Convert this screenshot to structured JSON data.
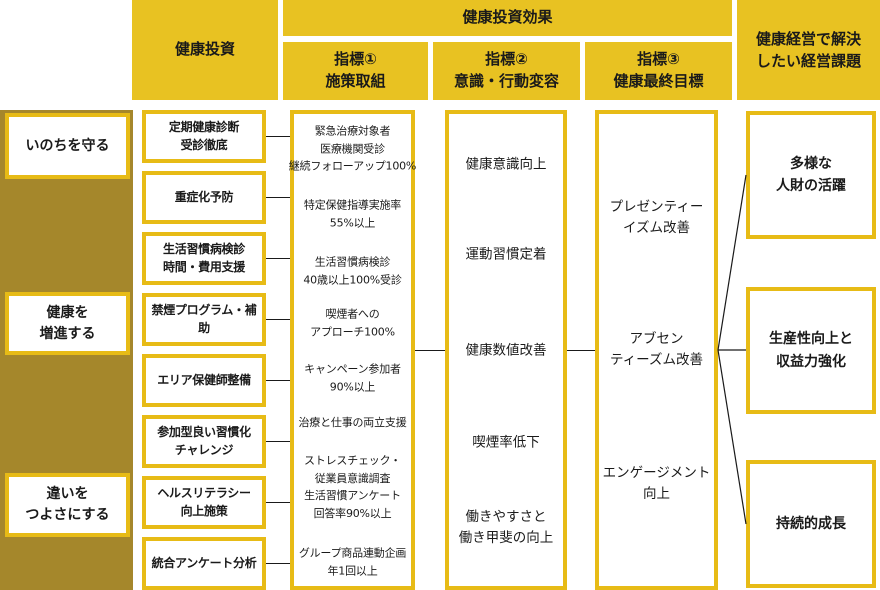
{
  "colors": {
    "gold": "#E8C222",
    "bordergold": "#E7BB16",
    "olive": "#A5872B",
    "line": "#1a1a1a",
    "text": "#1a1a1a",
    "bg": "#ffffff"
  },
  "header": {
    "investment": "健康投資",
    "effect": "健康投資効果",
    "indicator1": "指標①\n施策取組",
    "indicator2": "指標②\n意識・行動変容",
    "indicator3": "指標③\n健康最終目標",
    "issues": "健康経営で解決\nしたい経営課題"
  },
  "themes": [
    {
      "label": "いのちを守る"
    },
    {
      "label": "健康を\n増進する"
    },
    {
      "label": "違いを\nつよさにする"
    }
  ],
  "investments": [
    "定期健康診断\n受診徹底",
    "重症化予防",
    "生活習慣病検診\n時間・費用支援",
    "禁煙プログラム・補助",
    "エリア保健師整備",
    "参加型良い習慣化\nチャレンジ",
    "ヘルスリテラシー\n向上施策",
    "統合アンケート分析"
  ],
  "indicator1_items": [
    "緊急治療対象者\n医療機関受診\n継続フォローアップ100%",
    "特定保健指導実施率\n55%以上",
    "生活習慣病検診\n40歳以上100%受診",
    "喫煙者への\nアプローチ100%",
    "キャンペーン参加者\n90%以上",
    "治療と仕事の両立支援",
    "ストレスチェック・\n従業員意識調査\n生活習慣アンケート\n回答率90%以上",
    "グループ商品連動企画\n年1回以上"
  ],
  "indicator2_items": [
    "健康意識向上",
    "運動習慣定着",
    "健康数値改善",
    "喫煙率低下",
    "働きやすさと\n働き甲斐の向上"
  ],
  "indicator3_items": [
    "プレゼンティー\nイズム改善",
    "アブセン\nティーズム改善",
    "エンゲージメント\n向上"
  ],
  "issues_items": [
    "多様な\n人財の活躍",
    "生産性向上と\n収益力強化",
    "持続的成長"
  ]
}
